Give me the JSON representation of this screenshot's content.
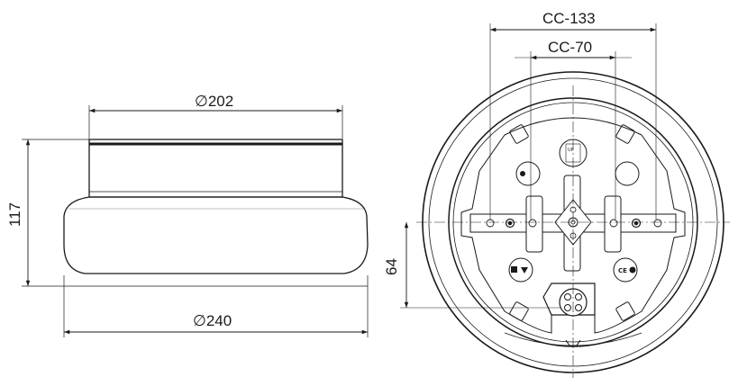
{
  "side_view": {
    "dim_top": "202",
    "dim_bottom": "240",
    "dim_height": "117",
    "diameter_symbol": "∅"
  },
  "top_view": {
    "dim_cc_outer": "CC-133",
    "dim_cc_inner": "CC-70",
    "dim_offset": "64",
    "label_up": "UP",
    "label_ce": "CE"
  },
  "colors": {
    "line": "#1a1a1a",
    "thin": "#333333"
  }
}
